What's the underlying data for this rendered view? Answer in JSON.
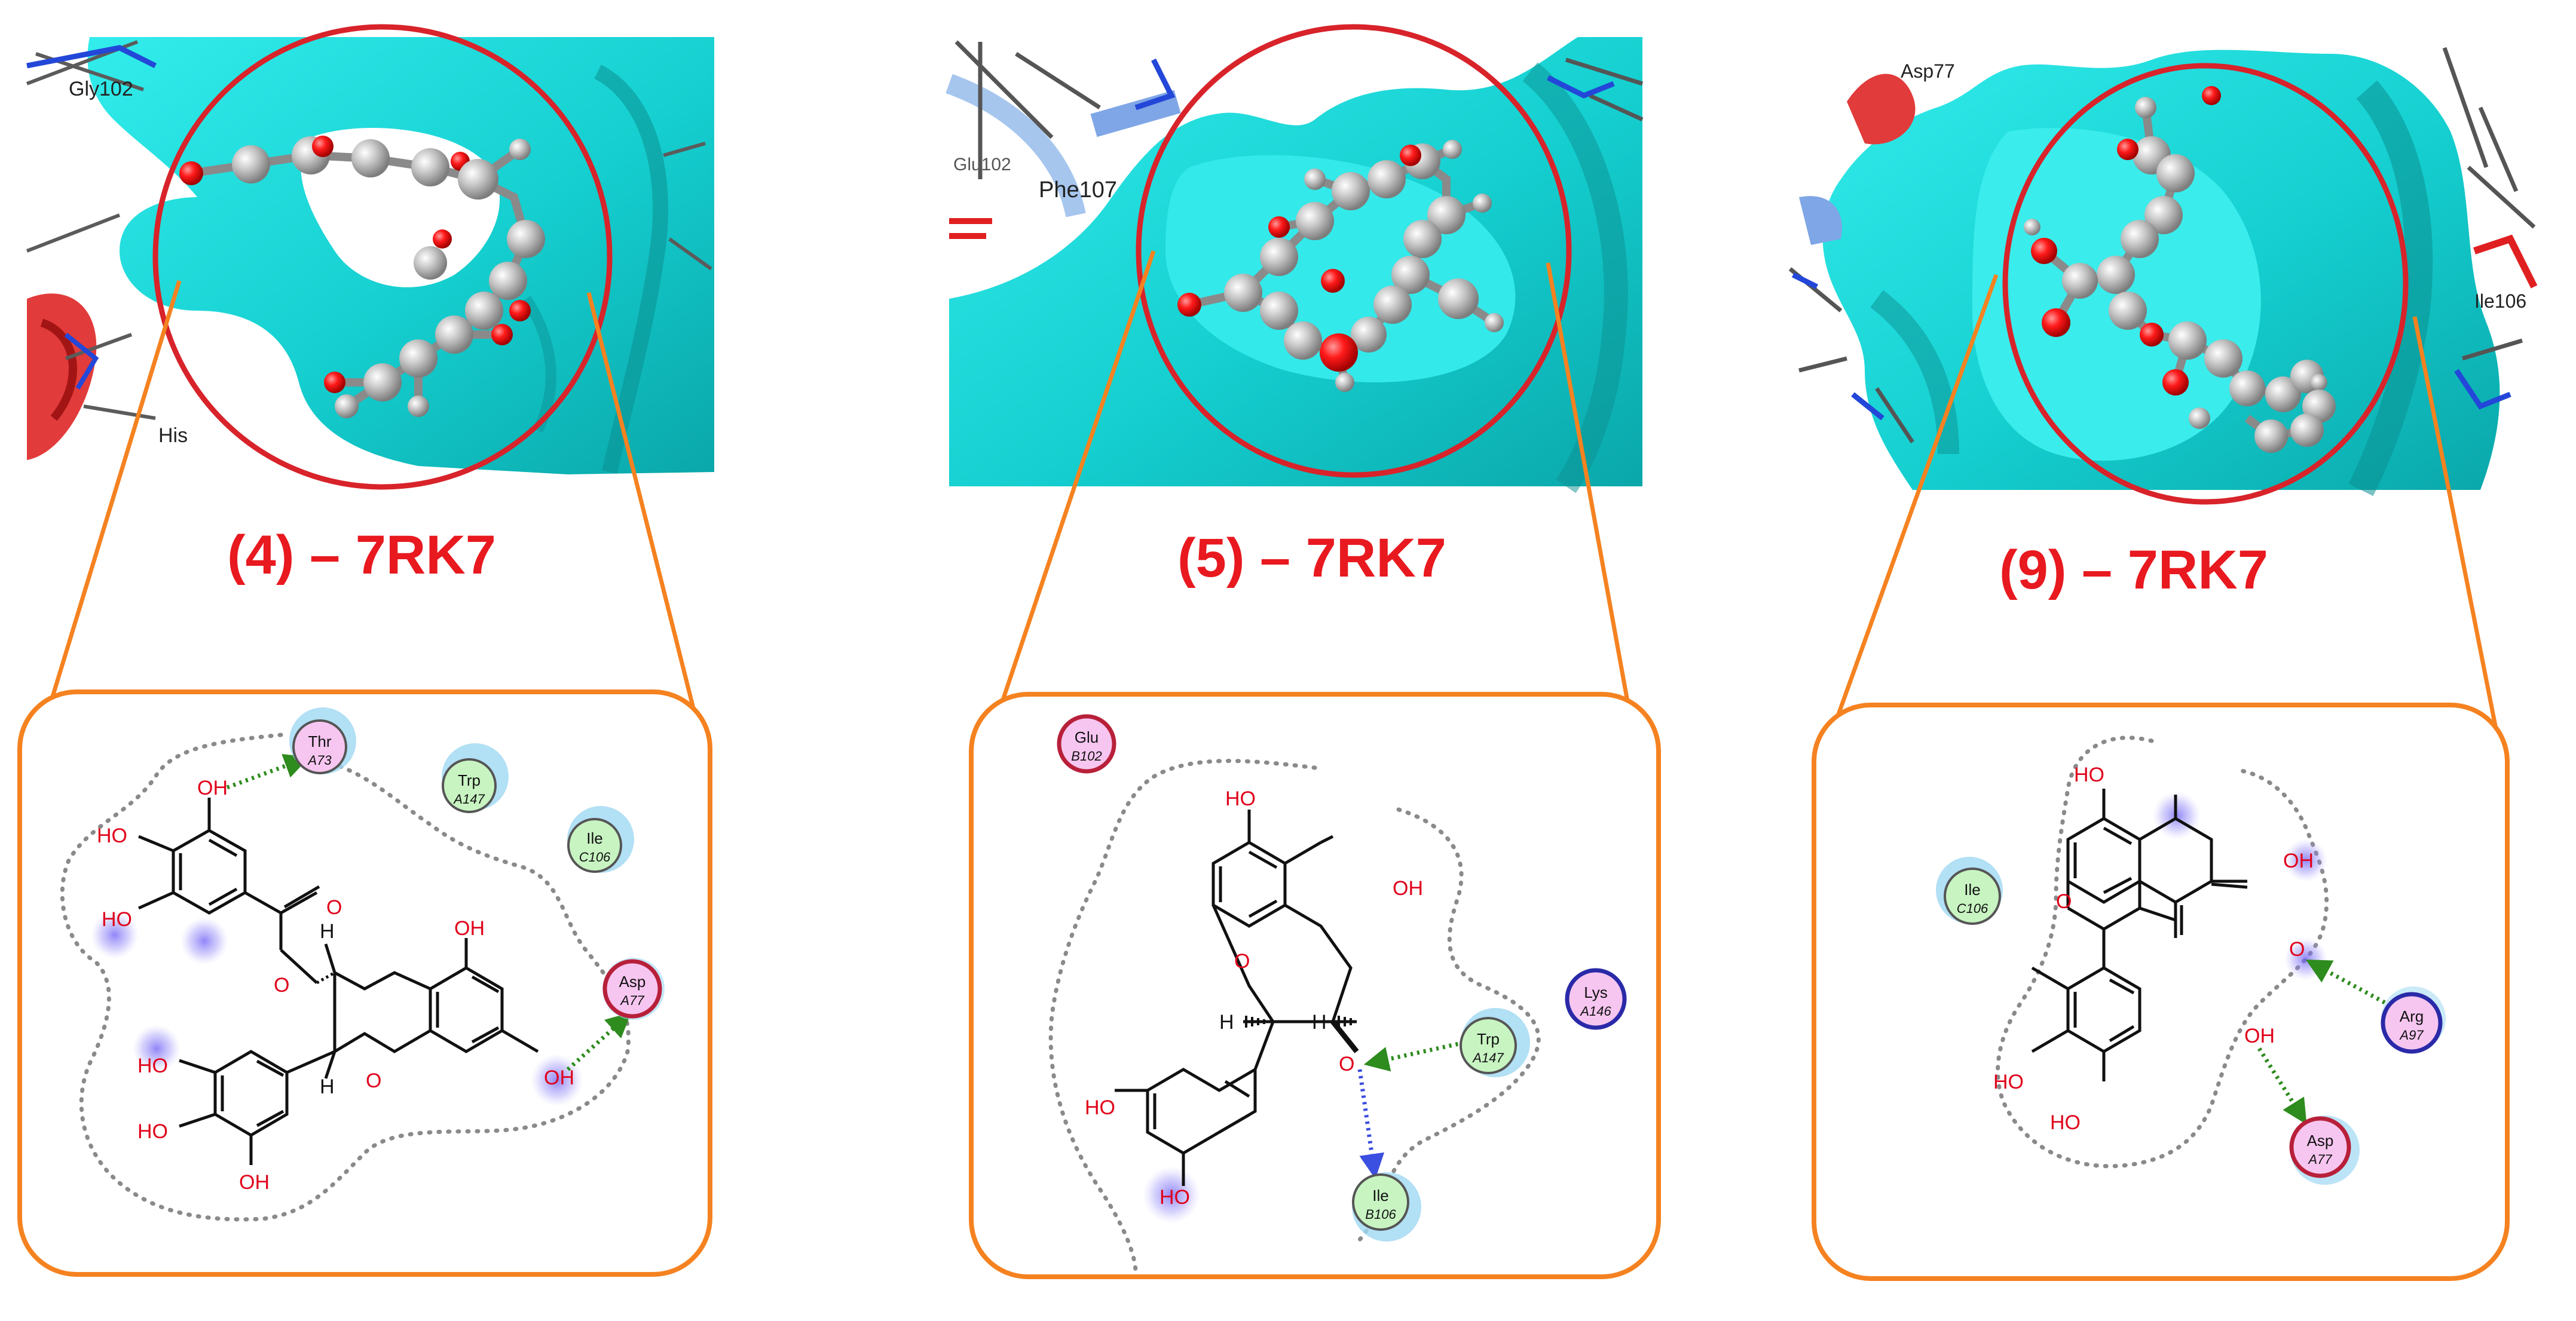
{
  "panels": [
    {
      "title": "(4) – 7RK7",
      "structure_labels": [
        "Gly102",
        "His"
      ],
      "residues": [
        {
          "name": "Thr",
          "id": "A73",
          "kind": "polar"
        },
        {
          "name": "Trp",
          "id": "A147",
          "kind": "hydrophobic"
        },
        {
          "name": "Ile",
          "id": "C106",
          "kind": "hydrophobic"
        },
        {
          "name": "Asp",
          "id": "A77",
          "kind": "acidic"
        }
      ],
      "atom_labels": [
        "OH",
        "HO",
        "HO",
        "O",
        "O",
        "H",
        "OH",
        "H",
        "O",
        "OH",
        "HO",
        "HO",
        "OH"
      ]
    },
    {
      "title": "(5) – 7RK7",
      "structure_labels": [
        "Glu102",
        "Phe107"
      ],
      "residues": [
        {
          "name": "Glu",
          "id": "B102",
          "kind": "acidic"
        },
        {
          "name": "Lys",
          "id": "A146",
          "kind": "basic"
        },
        {
          "name": "Trp",
          "id": "A147",
          "kind": "hydrophobic"
        },
        {
          "name": "Ile",
          "id": "B106",
          "kind": "hydrophobic"
        }
      ],
      "atom_labels": [
        "HO",
        "OH",
        "O",
        "H",
        "H",
        "O",
        "HO",
        "HO"
      ]
    },
    {
      "title": "(9) – 7RK7",
      "structure_labels": [
        "Asp77",
        "Ile106"
      ],
      "residues": [
        {
          "name": "Ile",
          "id": "C106",
          "kind": "hydrophobic"
        },
        {
          "name": "Arg",
          "id": "A97",
          "kind": "basic"
        },
        {
          "name": "Asp",
          "id": "A77",
          "kind": "acidic"
        }
      ],
      "atom_labels": [
        "HO",
        "OH",
        "O",
        "O",
        "OH",
        "HO",
        "HO"
      ]
    }
  ],
  "colors": {
    "title": "#e8191f",
    "callout": "#f58220",
    "circle": "#d8232a",
    "surface": "#1ee0de",
    "hbond": "#2e8b1e",
    "hbond_backbone": "#3b4fe0",
    "polar_fill": "#f6c6f0",
    "hydrophobic_fill": "#c8f4c2",
    "acidic_ring": "#b8203a",
    "basic_ring": "#2a2aa8",
    "halo": "#9fd8f3"
  }
}
